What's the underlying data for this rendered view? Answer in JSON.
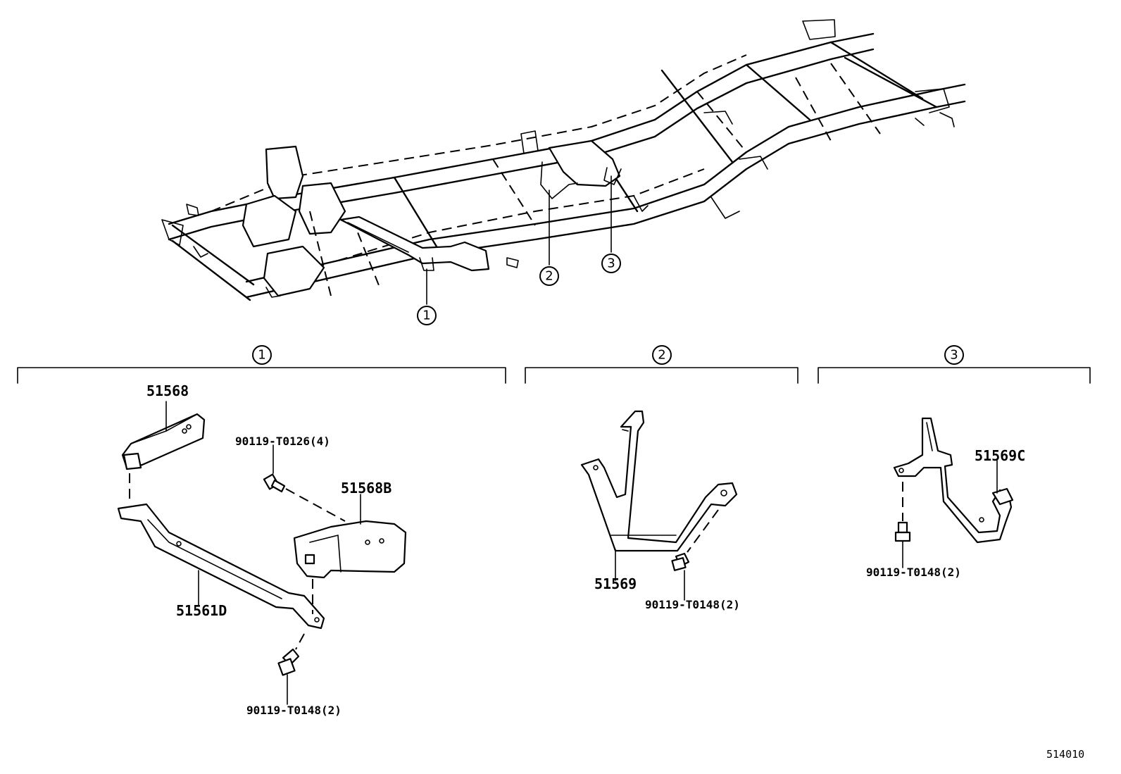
{
  "callouts": {
    "c1": "1",
    "c2": "2",
    "c3": "3"
  },
  "sections": [
    {
      "id": "1",
      "label": "1"
    },
    {
      "id": "2",
      "label": "2"
    },
    {
      "id": "3",
      "label": "3"
    }
  ],
  "parts": {
    "p51568": "51568",
    "p51568B": "51568B",
    "p51561D": "51561D",
    "p90119_T0126_4": "90119-T0126(4)",
    "p90119_T0148_2_a": "90119-T0148(2)",
    "p51569": "51569",
    "p90119_T0148_2_b": "90119-T0148(2)",
    "p51569C": "51569C",
    "p90119_T0148_2_c": "90119-T0148(2)"
  },
  "diagram_ref": "514010"
}
